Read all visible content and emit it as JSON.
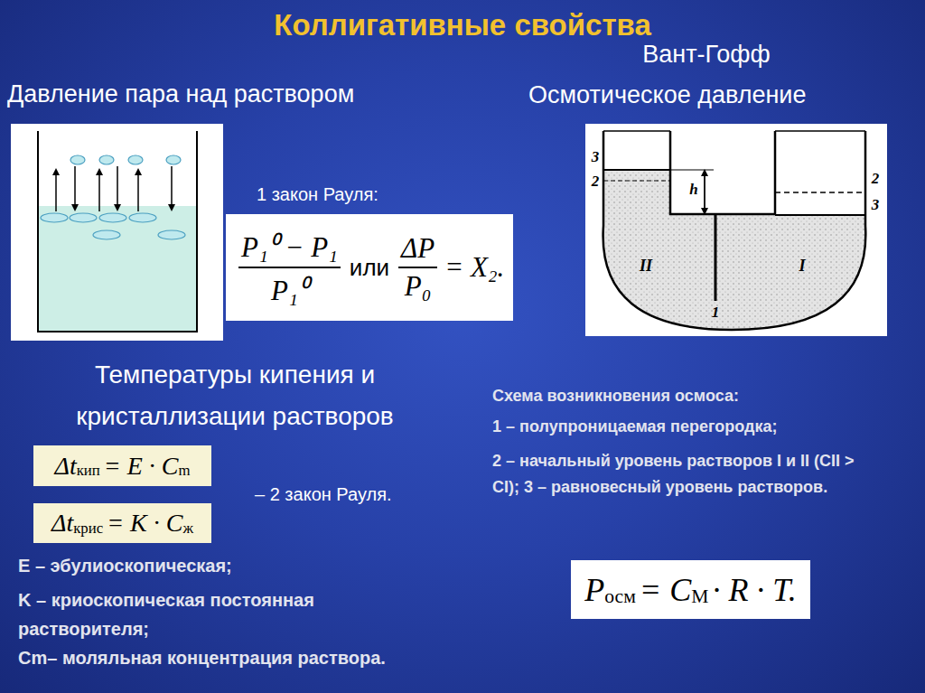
{
  "diagram": {
    "title": "Коллигативные свойства",
    "nodes": [
      {
        "text": [
          "P₁⁰ − P₁",
          "P₁⁰",
          "или",
          "ΔP",
          "P₀",
          "= X₂."
        ]
      },
      {
        "text": [
          "Δt",
          "кип",
          "= E · C",
          "m"
        ]
      },
      {
        "text": [
          "Δt",
          "крис",
          "= K · C",
          "ж"
        ]
      },
      {
        "text": [
          "P",
          "осм",
          "= C",
          "M",
          "· R · T."
        ]
      }
    ],
    "labels": [
      "Вант-Гофф",
      "Давление пара над раствором",
      "Осмотическое давление",
      "1 закон Рауля:",
      "Температуры кипения и кристаллизации растворов",
      "– 2 закон Рауля.",
      "E – эбулиоскопическая;",
      "K – криоскопическая постоянная растворителя;",
      "Cm– моляльная концентрация раствора.",
      "Схема возникновения осмоса:",
      "1 – полупроницаемая перегородка;",
      "2 – начальный уровень растворов I и II (CII > CI); 3 – равновесный уровень растворов.",
      "3",
      "2",
      "h",
      "2",
      "3",
      "II",
      "I",
      "1"
    ]
  }
}
